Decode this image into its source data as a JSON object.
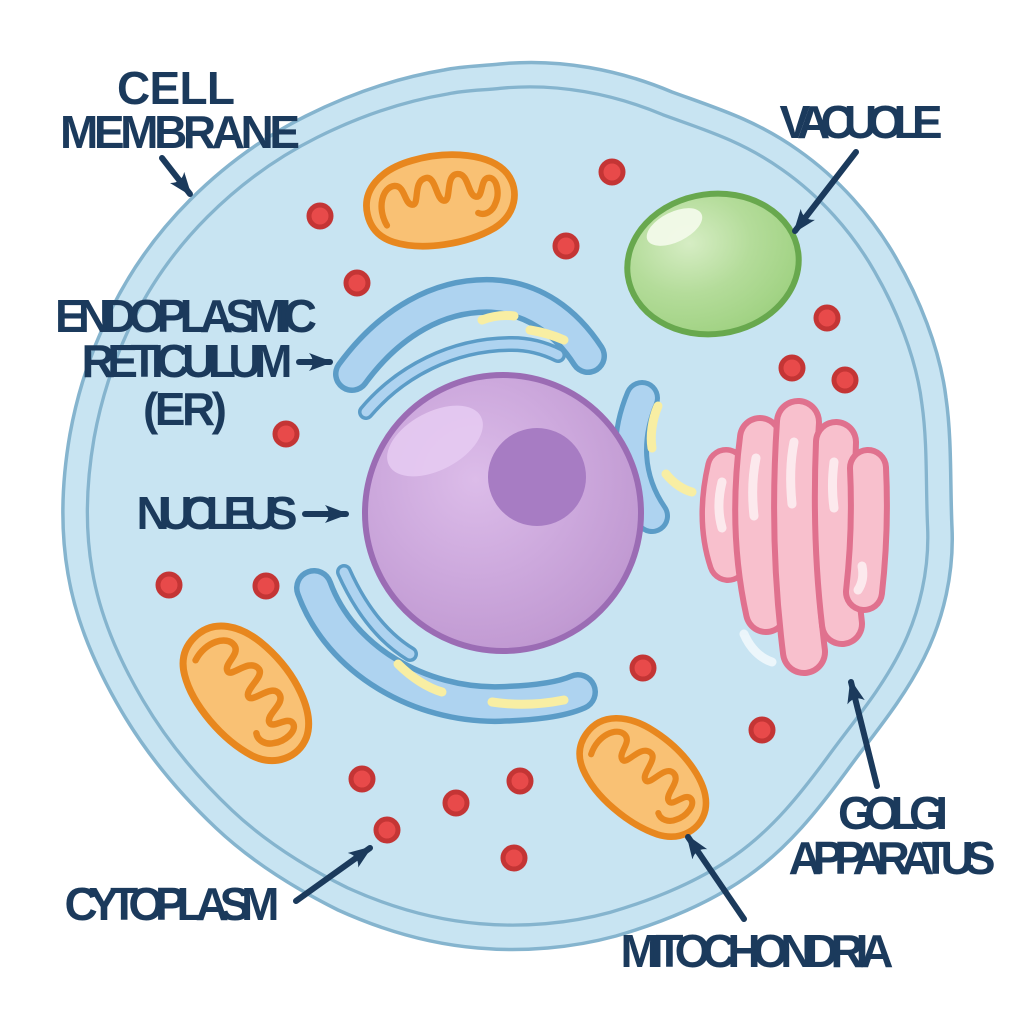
{
  "labels": {
    "cell_membrane": {
      "line1": "CELL",
      "line2": "MEMBRANE"
    },
    "endoplasmic_reticulum": {
      "line1": "ENDOPLASMIC",
      "line2": "RETICULUM",
      "line3": "(ER)"
    },
    "nucleus": {
      "line1": "NUCLEUS"
    },
    "vacuole": {
      "line1": "VACUOLE"
    },
    "cytoplasm": {
      "line1": "CYTOPLASM"
    },
    "golgi_apparatus": {
      "line1": "GOLGI",
      "line2": "APPARATUS"
    },
    "mitochondria": {
      "line1": "MITOCHONDRIA"
    }
  },
  "colors": {
    "background": "#ffffff",
    "label_text": "#1b3a5c",
    "arrow": "#1b3a5c",
    "membrane_band": "#c8e4f2",
    "membrane_outline": "#85b4ce",
    "cytoplasm": "#f8eea3",
    "er_fill": "#aed3f0",
    "er_outline": "#5b9cc7",
    "nucleus_fill": "#c9a4d9",
    "nucleus_outline": "#9b6cb4",
    "nucleolus": "#a77cc3",
    "vacuole_fill": "#a8d68c",
    "vacuole_outline": "#67a84e",
    "mitochondria_fill": "#f9c174",
    "mitochondria_outline": "#e8871e",
    "golgi_fill": "#f8c0cd",
    "golgi_outline": "#e0718e",
    "ribosome_fill": "#e84a4a",
    "ribosome_outline": "#c43535"
  }
}
